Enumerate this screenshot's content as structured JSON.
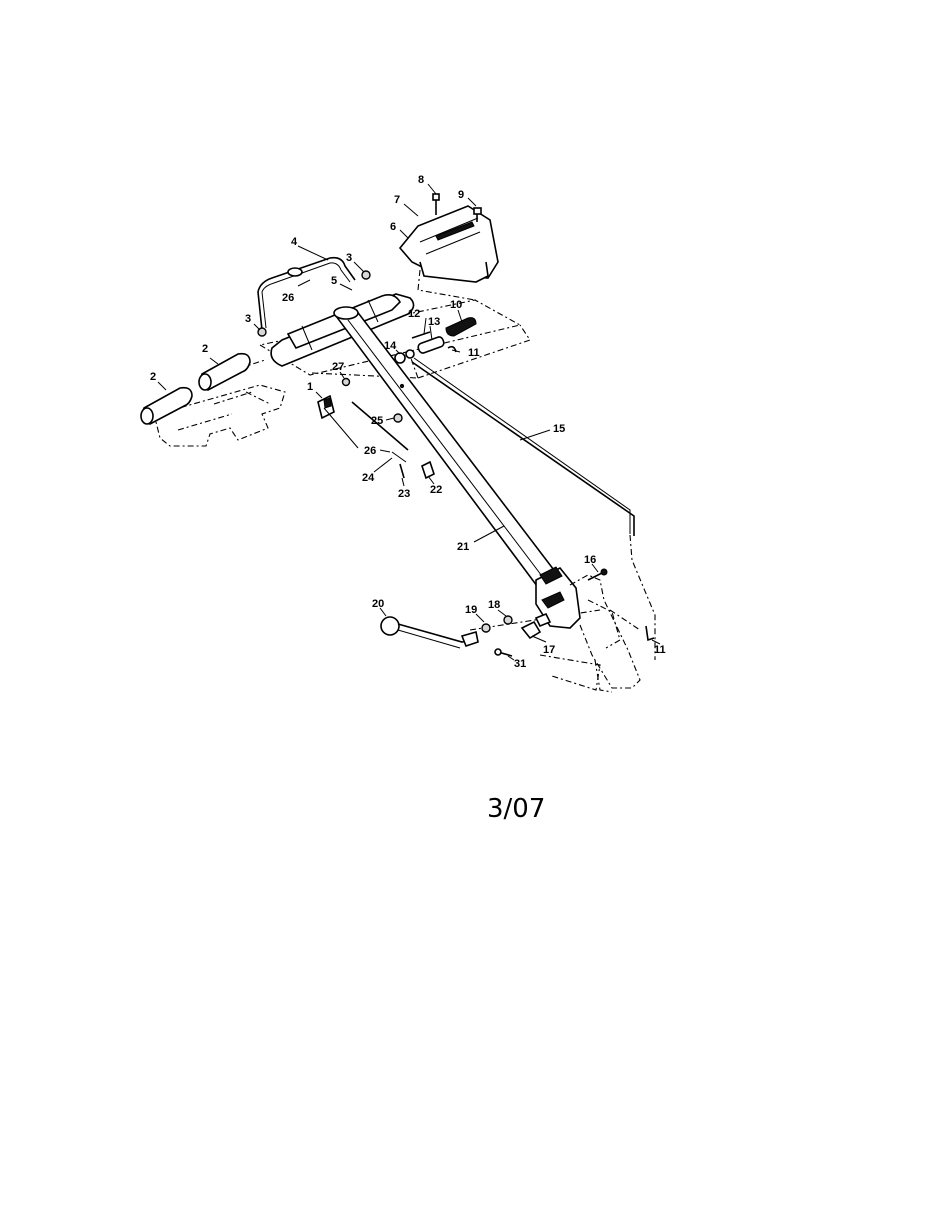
{
  "callouts": [
    {
      "id": "c8",
      "text": "8"
    },
    {
      "id": "c9",
      "text": "9"
    },
    {
      "id": "c7",
      "text": "7"
    },
    {
      "id": "c6",
      "text": "6"
    },
    {
      "id": "c4",
      "text": "4"
    },
    {
      "id": "c3a",
      "text": "3"
    },
    {
      "id": "c5",
      "text": "5"
    },
    {
      "id": "c26a",
      "text": "26"
    },
    {
      "id": "c3b",
      "text": "3"
    },
    {
      "id": "c10",
      "text": "10"
    },
    {
      "id": "c12",
      "text": "12"
    },
    {
      "id": "c13",
      "text": "13"
    },
    {
      "id": "c14",
      "text": "14"
    },
    {
      "id": "c11a",
      "text": "11"
    },
    {
      "id": "c2a",
      "text": "2"
    },
    {
      "id": "c2b",
      "text": "2"
    },
    {
      "id": "c27",
      "text": "27"
    },
    {
      "id": "c1",
      "text": "1"
    },
    {
      "id": "c25",
      "text": "25"
    },
    {
      "id": "c26b",
      "text": "26"
    },
    {
      "id": "c24",
      "text": "24"
    },
    {
      "id": "c23",
      "text": "23"
    },
    {
      "id": "c22",
      "text": "22"
    },
    {
      "id": "c15",
      "text": "15"
    },
    {
      "id": "c21",
      "text": "21"
    },
    {
      "id": "c16",
      "text": "16"
    },
    {
      "id": "c20",
      "text": "20"
    },
    {
      "id": "c19",
      "text": "19"
    },
    {
      "id": "c18",
      "text": "18"
    },
    {
      "id": "c17",
      "text": "17"
    },
    {
      "id": "c11b",
      "text": "11"
    },
    {
      "id": "c31",
      "text": "31"
    }
  ],
  "footer": {
    "date_code": "3/07"
  }
}
